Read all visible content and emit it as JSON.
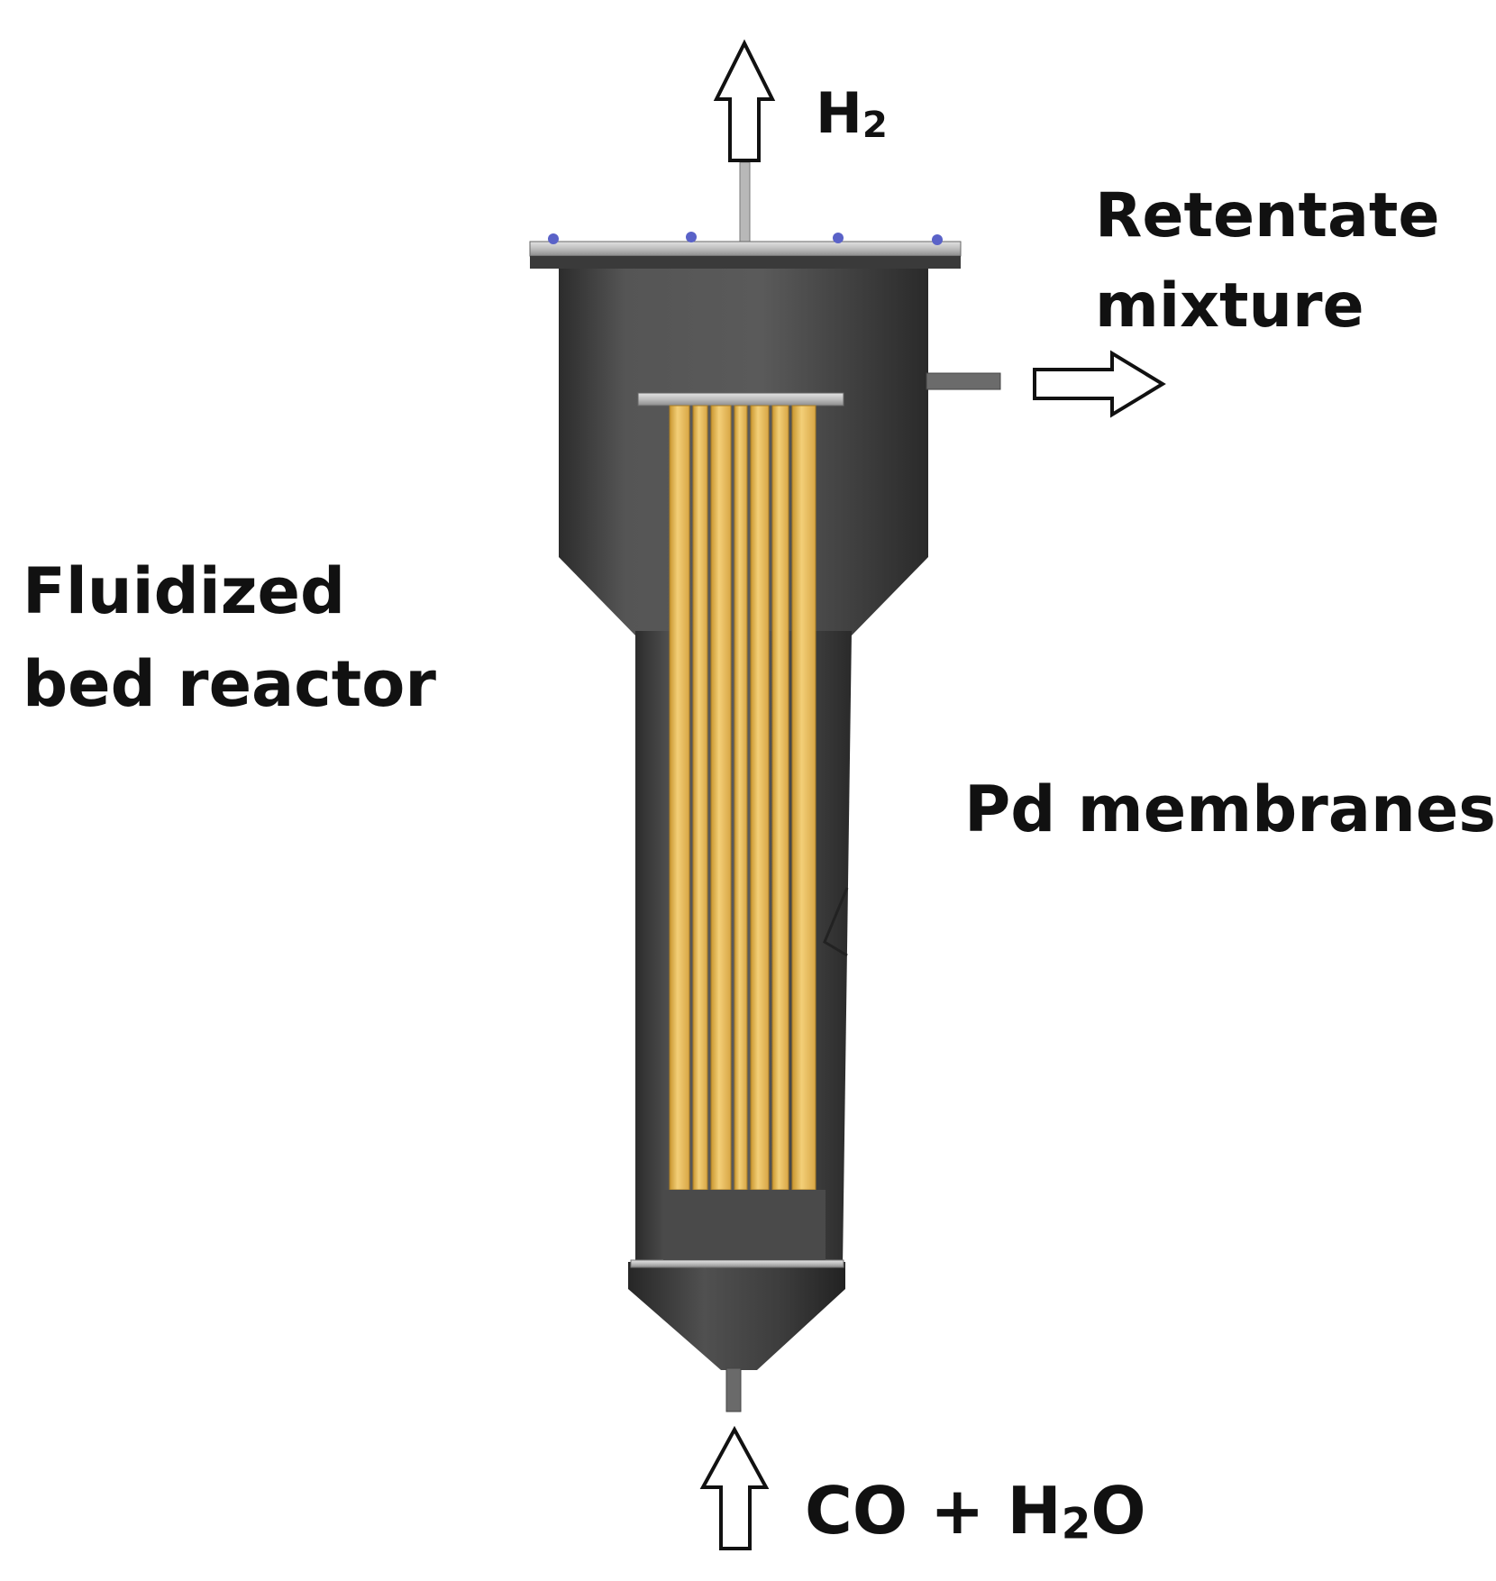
{
  "labels": {
    "h2_main": "H",
    "h2_sub": "2",
    "retentate_line1": "Retentate",
    "retentate_line2": "mixture",
    "reactor_line1": "Fluidized",
    "reactor_line2": "bed reactor",
    "membranes": "Pd membranes",
    "feed_prefix": "CO + H",
    "feed_sub": "2",
    "feed_suffix": "O"
  },
  "colors": {
    "vessel_body": "#555555",
    "vessel_dark": "#2e2e2e",
    "flange": "#c9c9c9",
    "bolt": "#5a62c8",
    "membrane": "#e9bd5c",
    "membrane_dark": "#b98a2c",
    "arrow_fill": "#ffffff",
    "arrow_stroke": "#111111",
    "text": "#111111"
  }
}
